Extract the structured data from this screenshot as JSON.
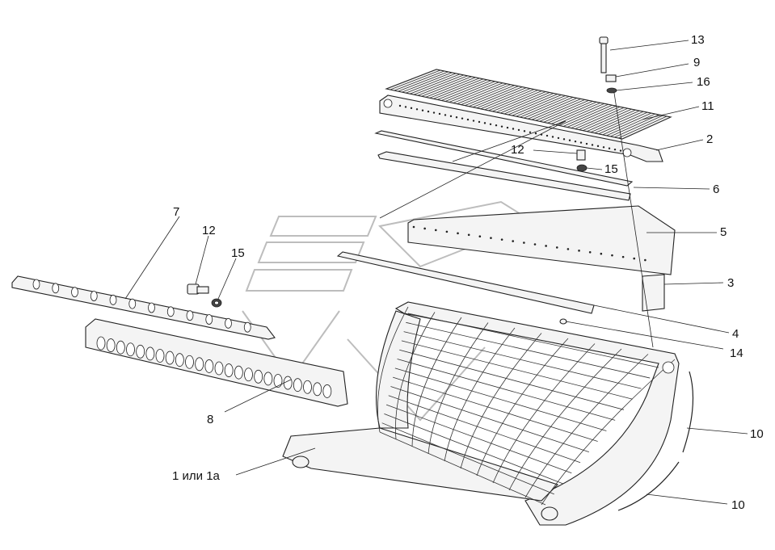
{
  "diagram": {
    "callouts": [
      {
        "id": "13",
        "text": "13"
      },
      {
        "id": "9",
        "text": "9"
      },
      {
        "id": "16",
        "text": "16"
      },
      {
        "id": "11",
        "text": "11"
      },
      {
        "id": "2",
        "text": "2"
      },
      {
        "id": "12a",
        "text": "12"
      },
      {
        "id": "15a",
        "text": "15"
      },
      {
        "id": "6",
        "text": "6"
      },
      {
        "id": "5",
        "text": "5"
      },
      {
        "id": "3",
        "text": "3"
      },
      {
        "id": "4",
        "text": "4"
      },
      {
        "id": "14",
        "text": "14"
      },
      {
        "id": "7",
        "text": "7"
      },
      {
        "id": "12b",
        "text": "12"
      },
      {
        "id": "15b",
        "text": "15"
      },
      {
        "id": "8",
        "text": "8"
      },
      {
        "id": "1",
        "text": "1 или 1а"
      },
      {
        "id": "10a",
        "text": "10"
      },
      {
        "id": "10b",
        "text": "10"
      }
    ]
  }
}
